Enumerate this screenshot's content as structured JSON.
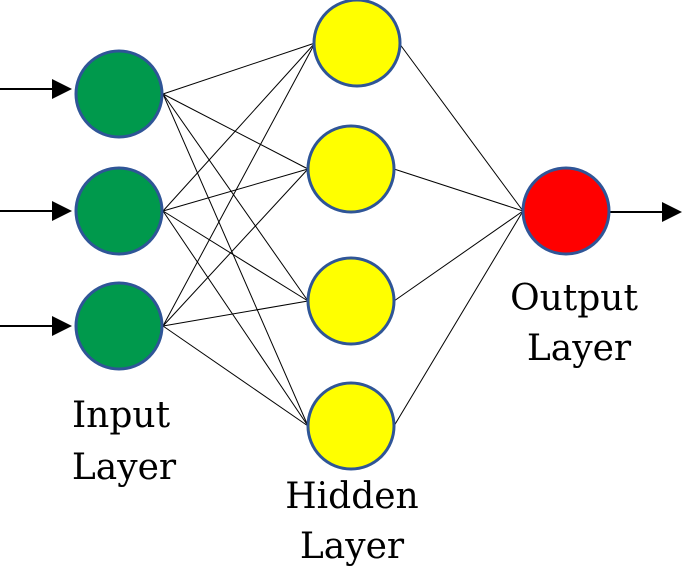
{
  "diagram": {
    "input_label_line1": "Input",
    "input_label_line2": "Layer",
    "hidden_label_line1": "Hidden",
    "hidden_label_line2": "Layer",
    "output_label_line1": "Output",
    "output_label_line2": "Layer"
  },
  "colors": {
    "input_node": "#00994c",
    "hidden_node": "#ffff00",
    "output_node": "#ff0000",
    "node_border": "#2f5597",
    "edge": "#000000"
  },
  "network": {
    "input_nodes": 3,
    "hidden_nodes": 4,
    "output_nodes": 1
  }
}
